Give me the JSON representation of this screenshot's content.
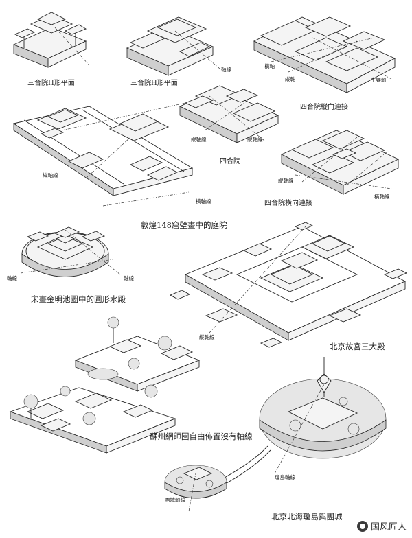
{
  "labels": {
    "sanheyuan_u": "三合院",
    "sanheyuan_u_sub": "П形平面",
    "sanheyuan_h": "三合院",
    "sanheyuan_h_sub": "H形平面",
    "axis_1": "軸線",
    "siheyuan_long_title": "四合院",
    "siheyuan_long_sub": "縱向連接",
    "hengzhou": "橫軸",
    "zongzhou_1": "縱軸",
    "zhuyao_zhou": "主要軸",
    "zongzhouxian_a": "縱軸線",
    "siheyuan_mid": "四合院",
    "zongzhouxian_b": "縱軸線",
    "hengzhouxian_a": "橫軸線",
    "zongzhouxian_c": "縱軸線",
    "dunhuang": "敦煌148窟壁畫中的庭院",
    "zongzhouxian_d": "縱軸線",
    "hengzhouxian_b": "橫軸線",
    "siheyuan_cross_title": "四合院",
    "siheyuan_cross_sub": "橫向連接",
    "axis_round_l": "軸線",
    "axis_round_r": "軸線",
    "song_painting": "宋畫金明池圖中的圓形水殿",
    "forbidden_city": "北京故宮三大殿",
    "zongzhouxian_fc": "縱軸線",
    "suzhou": "蘇州網師園",
    "suzhou_sub": "自由佈置沒有軸線",
    "qiongdao_axis": "瓊島軸線",
    "tuancheng_axis": "團城軸線",
    "beihai": "北京北海瓊島與團城",
    "watermark": "国风匠人"
  }
}
